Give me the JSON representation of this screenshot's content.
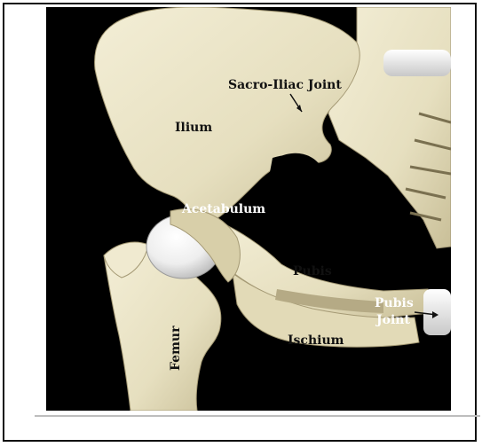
{
  "figure": {
    "labels": {
      "sacro_iliac": "Sacro-Iliac Joint",
      "ilium": "Ilium",
      "acetabulum": "Acetabulum",
      "pubis": "Pubis",
      "pubis_joint_line1": "Pubis",
      "pubis_joint_line2": "Joint",
      "ischium": "Ischium",
      "femur": "Femur"
    }
  },
  "colors": {
    "background": "#000000",
    "bone": "#e8e1c2",
    "bone_shadow": "#b8ad88",
    "cartilage": "#d9d9d9"
  }
}
